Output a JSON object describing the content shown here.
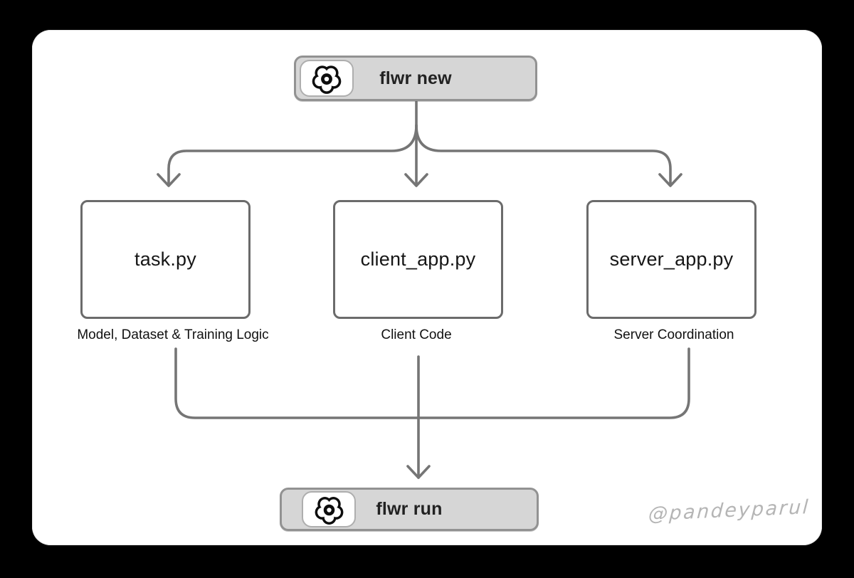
{
  "canvas": {
    "background": "#000000",
    "card_color": "#ffffff"
  },
  "commands": {
    "flwr_new": {
      "label": "flwr new",
      "icon": "flower-logo"
    },
    "flwr_run": {
      "label": "flwr run",
      "icon": "flower-logo"
    }
  },
  "files": [
    {
      "id": "task",
      "label": "task.py",
      "caption": "Model, Dataset & Training Logic"
    },
    {
      "id": "client_app",
      "label": "client_app.py",
      "caption": "Client Code"
    },
    {
      "id": "server_app",
      "label": "server_app.py",
      "caption": "Server Coordination"
    }
  ],
  "edges": [
    {
      "from": "flwr new",
      "to": "task.py"
    },
    {
      "from": "flwr new",
      "to": "client_app.py"
    },
    {
      "from": "flwr new",
      "to": "server_app.py"
    },
    {
      "from": "task.py",
      "to": "flwr run"
    },
    {
      "from": "client_app.py",
      "to": "flwr run"
    },
    {
      "from": "server_app.py",
      "to": "flwr run"
    }
  ],
  "watermark": {
    "text": "@pandeyparul"
  },
  "colors": {
    "arrow": "#757575",
    "box_border": "#6b6b6b",
    "pill_fill": "#d6d6d6",
    "pill_border": "#929292",
    "text": "#1a1a1a",
    "flower": "#0d0d0d",
    "watermark": "#b5b5b5"
  }
}
